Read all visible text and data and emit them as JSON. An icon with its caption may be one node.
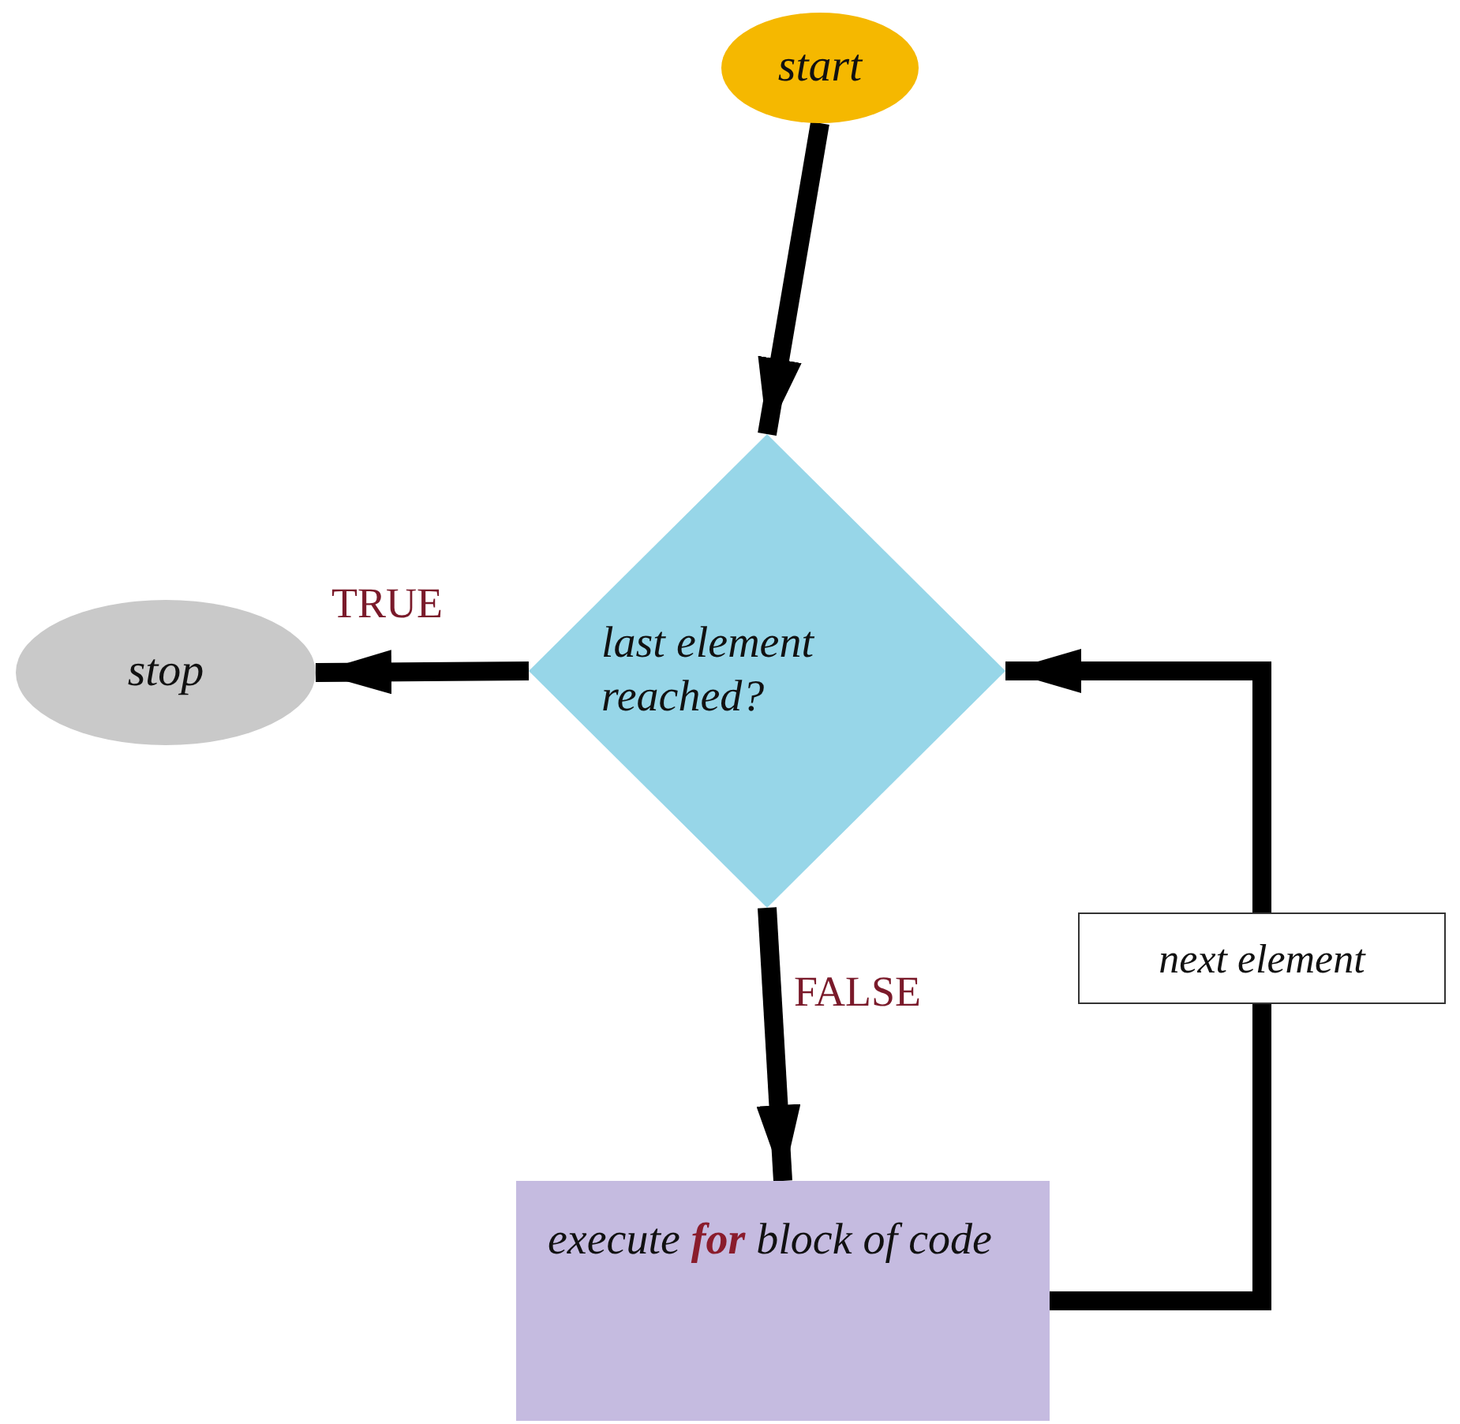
{
  "diagram": {
    "nodes": [
      {
        "text": [
          "start"
        ]
      },
      {
        "text": [
          "last element reached?"
        ]
      },
      {
        "text": [
          "stop"
        ]
      },
      {
        "text": [
          "execute **for** block of code"
        ]
      },
      {
        "text": [
          "next element"
        ]
      }
    ],
    "edges": [
      {
        "from": 0,
        "to": 1,
        "arrow": "to"
      },
      {
        "from": 1,
        "to": 2,
        "arrow": "to",
        "label": "TRUE"
      },
      {
        "from": 1,
        "to": 3,
        "arrow": "to",
        "label": "FALSE"
      },
      {
        "from": 3,
        "to": 4,
        "arrow": "none"
      },
      {
        "from": 4,
        "to": 1,
        "arrow": "to"
      }
    ]
  }
}
